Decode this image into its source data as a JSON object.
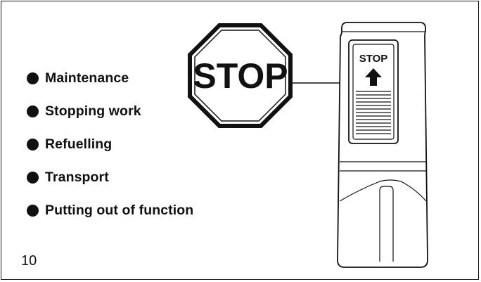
{
  "stop_sign": {
    "label": "STOP"
  },
  "switch_panel": {
    "label": "STOP"
  },
  "bullets": [
    {
      "text": "Maintenance"
    },
    {
      "text": "Stopping work"
    },
    {
      "text": "Refuelling"
    },
    {
      "text": "Transport"
    },
    {
      "text": "Putting out of function"
    }
  ],
  "page_number": "10",
  "icons": {
    "bullet": "filled-circle",
    "stop_sign": "octagon-stop-sign",
    "arrow": "arrow-up-icon"
  },
  "colors": {
    "ink": "#111111",
    "background": "#ffffff"
  }
}
